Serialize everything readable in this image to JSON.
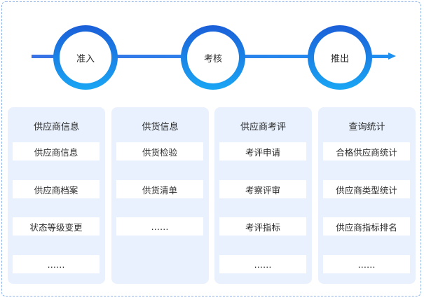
{
  "stages": [
    "准入",
    "考核",
    "推出"
  ],
  "columns": [
    {
      "title": "供应商信息",
      "items": [
        "供应商信息",
        "供应商档案",
        "状态等级变更",
        "……"
      ]
    },
    {
      "title": "供货信息",
      "items": [
        "供货检验",
        "供货清单",
        "……"
      ]
    },
    {
      "title": "供应商考评",
      "items": [
        "考评申请",
        "考察评审",
        "考评指标",
        "……"
      ]
    },
    {
      "title": "查询统计",
      "items": [
        "合格供应商统计",
        "供应商类型统计",
        "供应商指标排名",
        "……"
      ]
    }
  ],
  "colors": {
    "frame_border": "#8fb3e6",
    "flow_line": "#1f8ff0",
    "stage_ring_top": "#1b5fd8",
    "stage_ring_bottom": "#1aa6f4",
    "column_bg": "#e8f1fd",
    "item_bg": "#ffffff"
  }
}
